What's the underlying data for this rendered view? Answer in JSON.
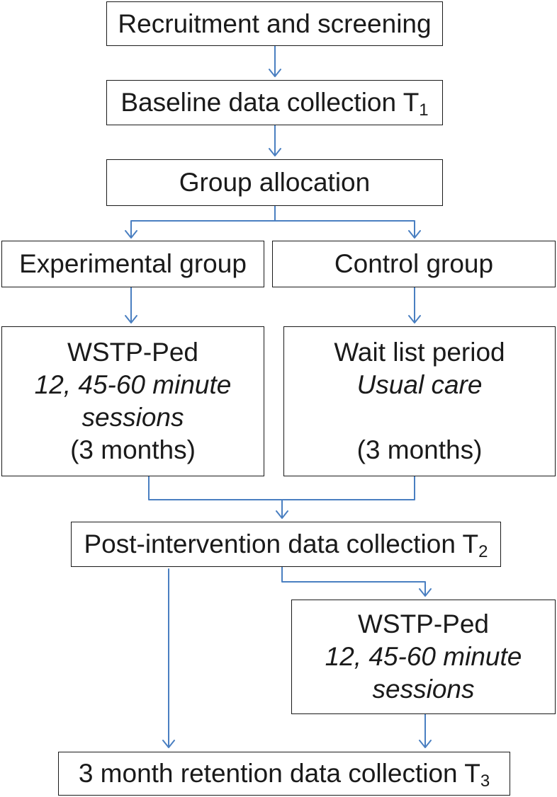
{
  "diagram": {
    "line_color": "#4a7fc1",
    "border_color": "#1a1a1a",
    "recruitment": {
      "label": "Recruitment and screening"
    },
    "baseline": {
      "label": "Baseline data collection T",
      "sub": "1"
    },
    "allocation": {
      "label": "Group allocation"
    },
    "experimental": {
      "label": "Experimental group"
    },
    "control": {
      "label": "Control group"
    },
    "wstp1": {
      "title": "WSTP-Ped",
      "detail_line1": "12, 45-60 minute",
      "detail_line2": "sessions",
      "duration": "(3 months)"
    },
    "waitlist": {
      "title": "Wait list period",
      "detail": "Usual care",
      "duration": "(3 months)"
    },
    "post": {
      "label": "Post-intervention data collection T",
      "sub": "2"
    },
    "wstp2": {
      "title": "WSTP-Ped",
      "detail_line1": "12, 45-60 minute",
      "detail_line2": "sessions"
    },
    "retention": {
      "label": "3 month retention data collection T",
      "sub": "3"
    }
  }
}
